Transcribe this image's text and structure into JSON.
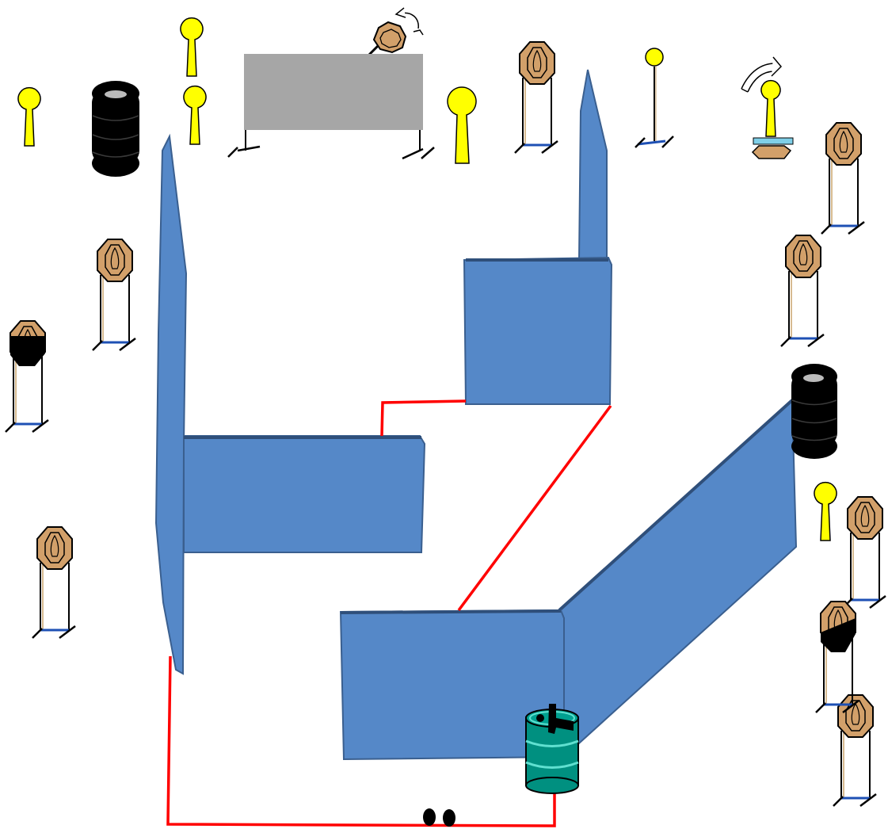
{
  "diagram": {
    "kind": "practical-shooting-stage",
    "element_counts": {
      "steel_poppers": 6,
      "paper_targets_on_stands": 10,
      "partially_hardcovered_paper_targets": 2,
      "steel_plates_on_post": 1,
      "tire_stacks": 2,
      "walls": 6,
      "fault_lines": 3,
      "start_barrels": 1,
      "shooter_start_position": 1
    },
    "icons": {
      "popper": "steel-popper-icon",
      "paper": "paper-target-icon",
      "plate": "steel-plate-icon",
      "tires": "tire-stack-icon",
      "barrel": "barrel-icon",
      "pistol": "pistol-icon",
      "feet": "shooter-feet-icon",
      "swing_arrow": "swinger-arrow-icon",
      "activator_arrow": "activator-arrow-icon"
    },
    "colors": {
      "wall": "#5588c8",
      "wall_edge": "#3a5f8f",
      "fault_line": "#ff0000",
      "popper": "#ffff00",
      "paper": "#d2a06a",
      "hard_cover": "#000000",
      "barrel": "#009080",
      "tires": "#000000",
      "no_shoot_screen": "#a6a6a6",
      "stand_base": "#1e50b4"
    }
  }
}
